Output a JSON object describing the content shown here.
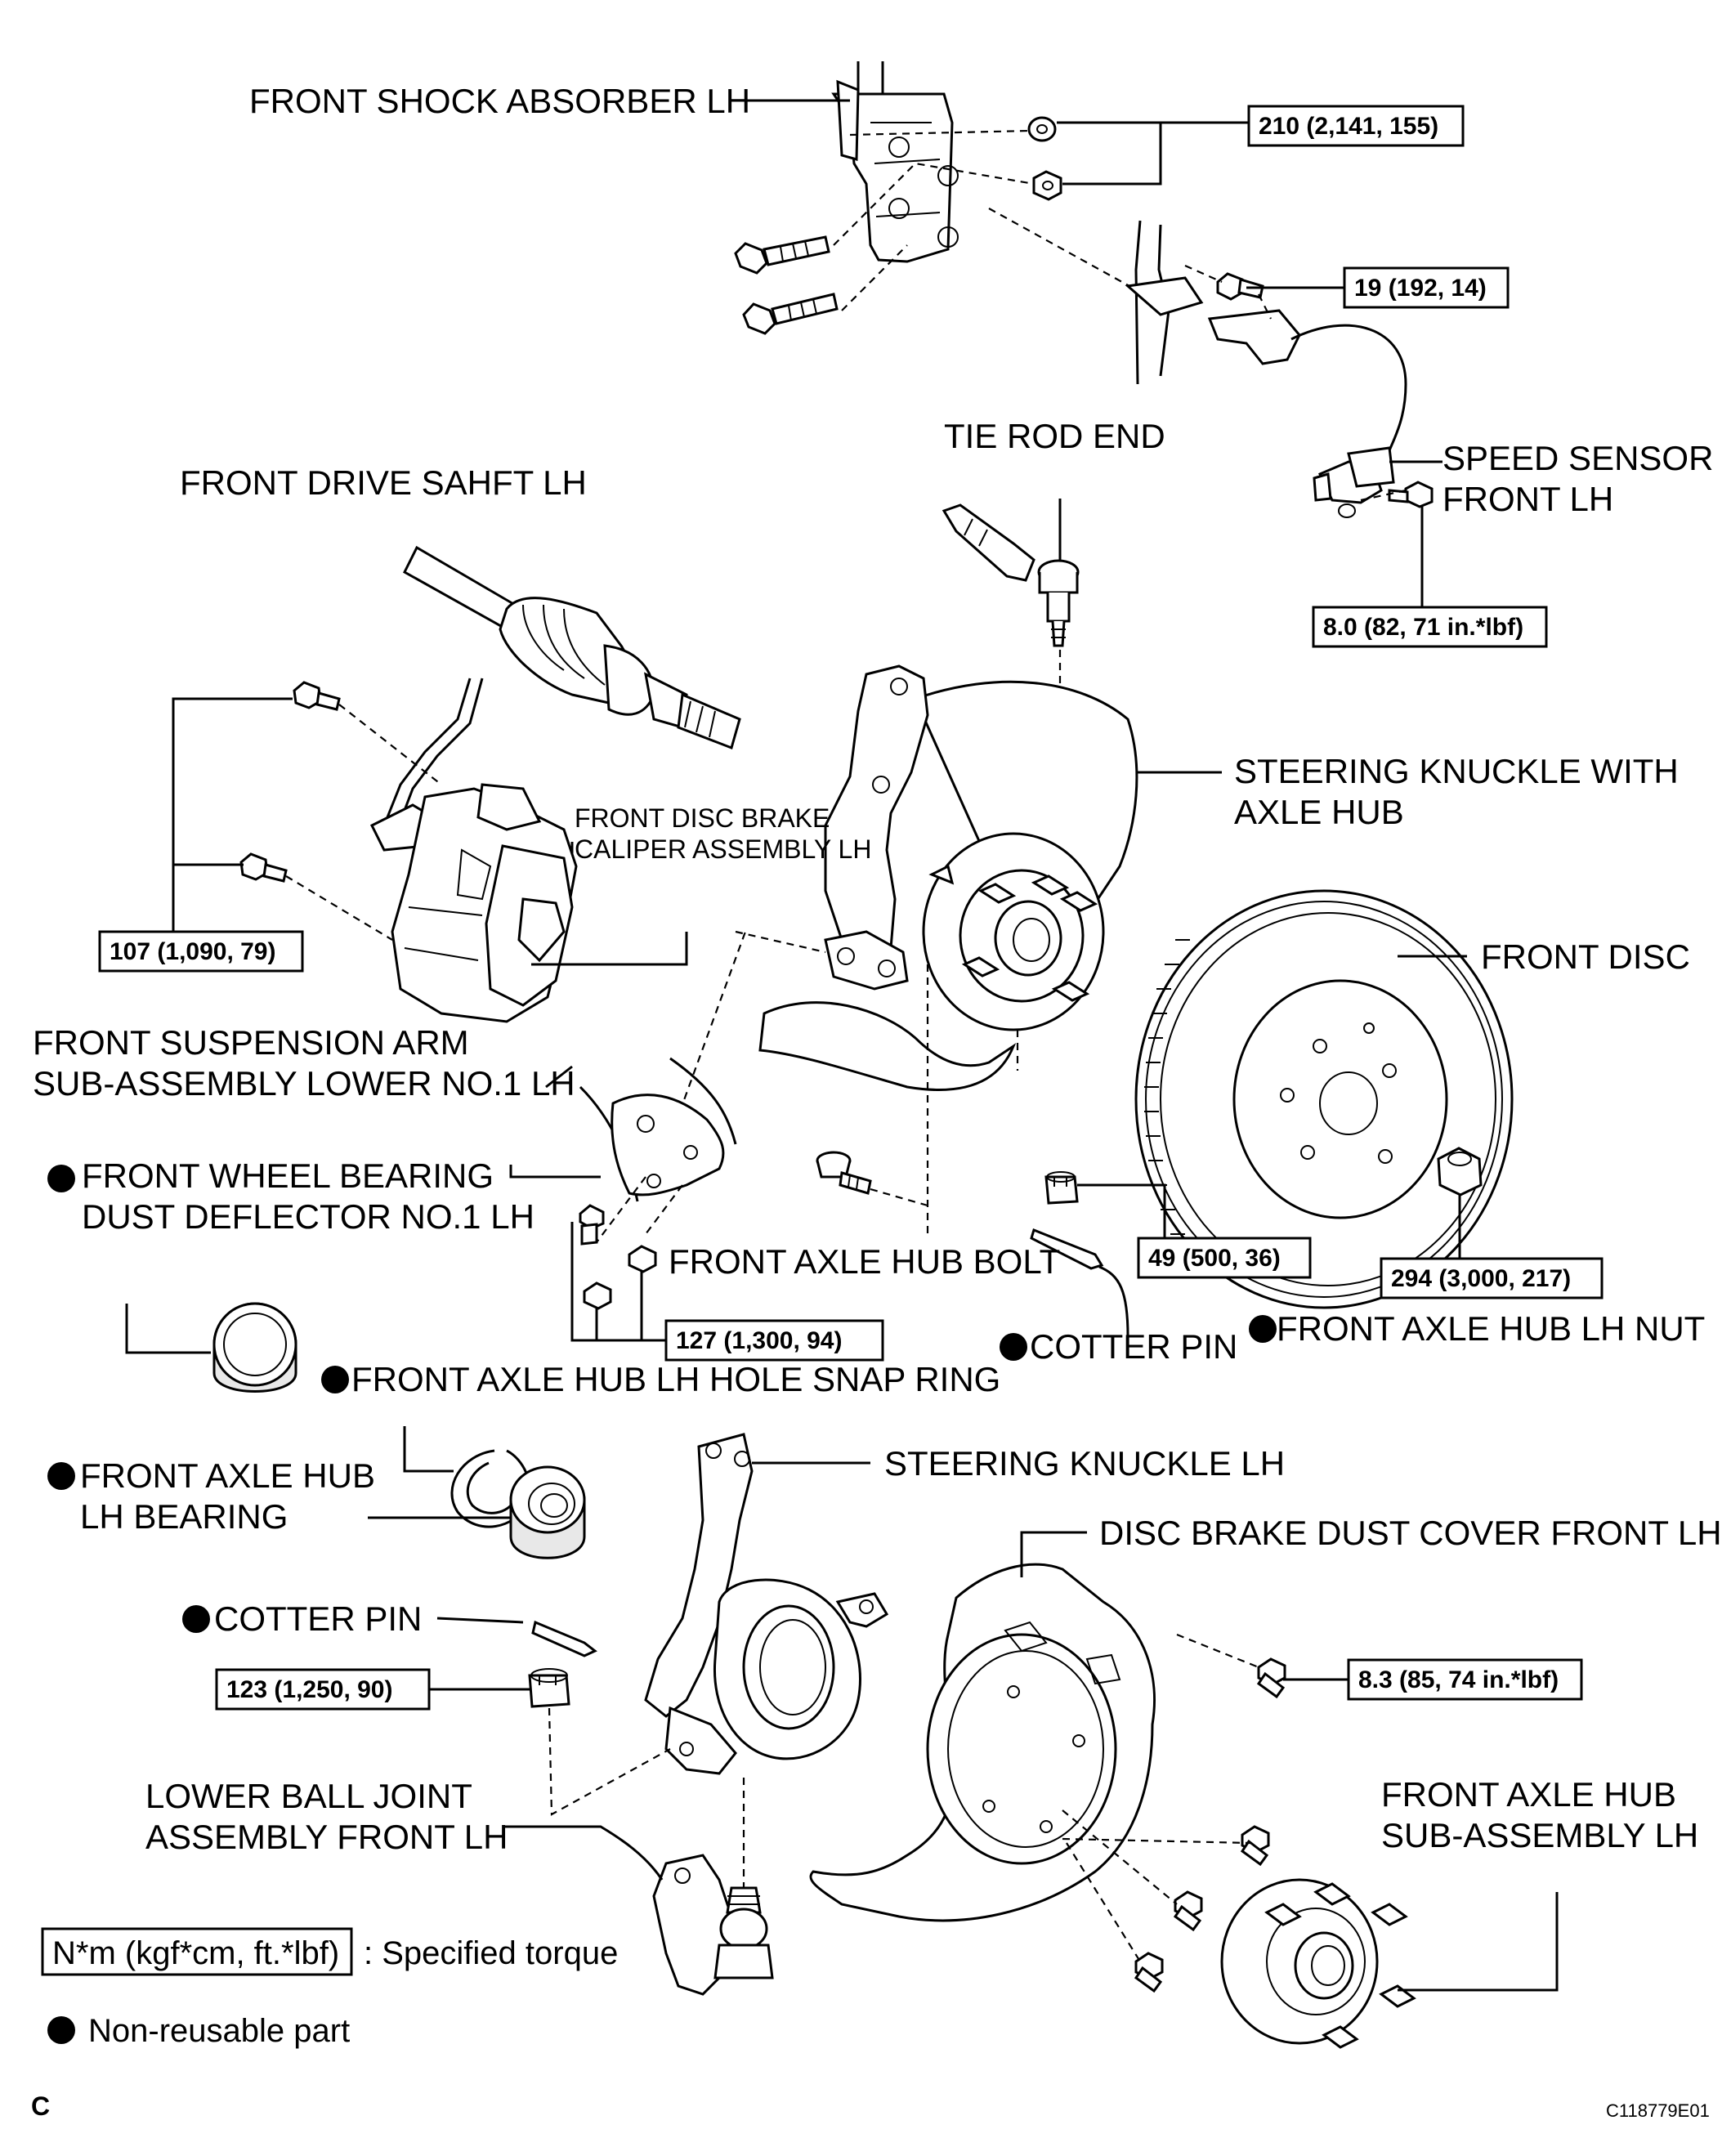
{
  "labels": {
    "shock": "FRONT SHOCK ABSORBER LH",
    "tie_rod": "TIE ROD END",
    "speed_sensor_1": "SPEED SENSOR",
    "speed_sensor_2": "FRONT LH",
    "drive_shaft": "FRONT DRIVE SAHFT LH",
    "knuckle_hub_1": "STEERING KNUCKLE WITH",
    "knuckle_hub_2": "AXLE HUB",
    "caliper_1": "FRONT DISC BRAKE",
    "caliper_2": "CALIPER ASSEMBLY LH",
    "front_disc": "FRONT DISC",
    "susp_arm_1": "FRONT SUSPENSION ARM",
    "susp_arm_2": "SUB-ASSEMBLY LOWER NO.1 LH",
    "deflector_1": "FRONT WHEEL BEARING",
    "deflector_2": "DUST DEFLECTOR NO.1 LH",
    "hub_bolt": "FRONT AXLE HUB BOLT",
    "cotter_pin_1": "COTTER PIN",
    "hub_nut": "FRONT AXLE HUB LH NUT",
    "snap_ring": "FRONT AXLE HUB LH HOLE SNAP RING",
    "bearing_1": "FRONT AXLE HUB",
    "bearing_2": "LH BEARING",
    "knuckle": "STEERING KNUCKLE LH",
    "dust_cover": "DISC BRAKE DUST COVER FRONT LH",
    "cotter_pin_2": "COTTER PIN",
    "ball_joint_1": "LOWER BALL JOINT",
    "ball_joint_2": "ASSEMBLY FRONT LH",
    "hub_assy_1": "FRONT AXLE HUB",
    "hub_assy_2": "SUB-ASSEMBLY LH"
  },
  "torques": {
    "t210": "210 (2,141, 155)",
    "t19": "19 (192, 14)",
    "t8_0": "8.0 (82, 71 in.*lbf)",
    "t107": "107 (1,090, 79)",
    "t49": "49 (500, 36)",
    "t294": "294 (3,000, 217)",
    "t127": "127 (1,300, 94)",
    "t123": "123 (1,250, 90)",
    "t8_3": "8.3 (85, 74 in.*lbf)"
  },
  "legend": {
    "torque_box": "N*m (kgf*cm, ft.*lbf)",
    "torque_text": ": Specified torque",
    "nonreusable_text": "Non-reusable part"
  },
  "corner_letter": "C",
  "figure_code": "C118779E01"
}
